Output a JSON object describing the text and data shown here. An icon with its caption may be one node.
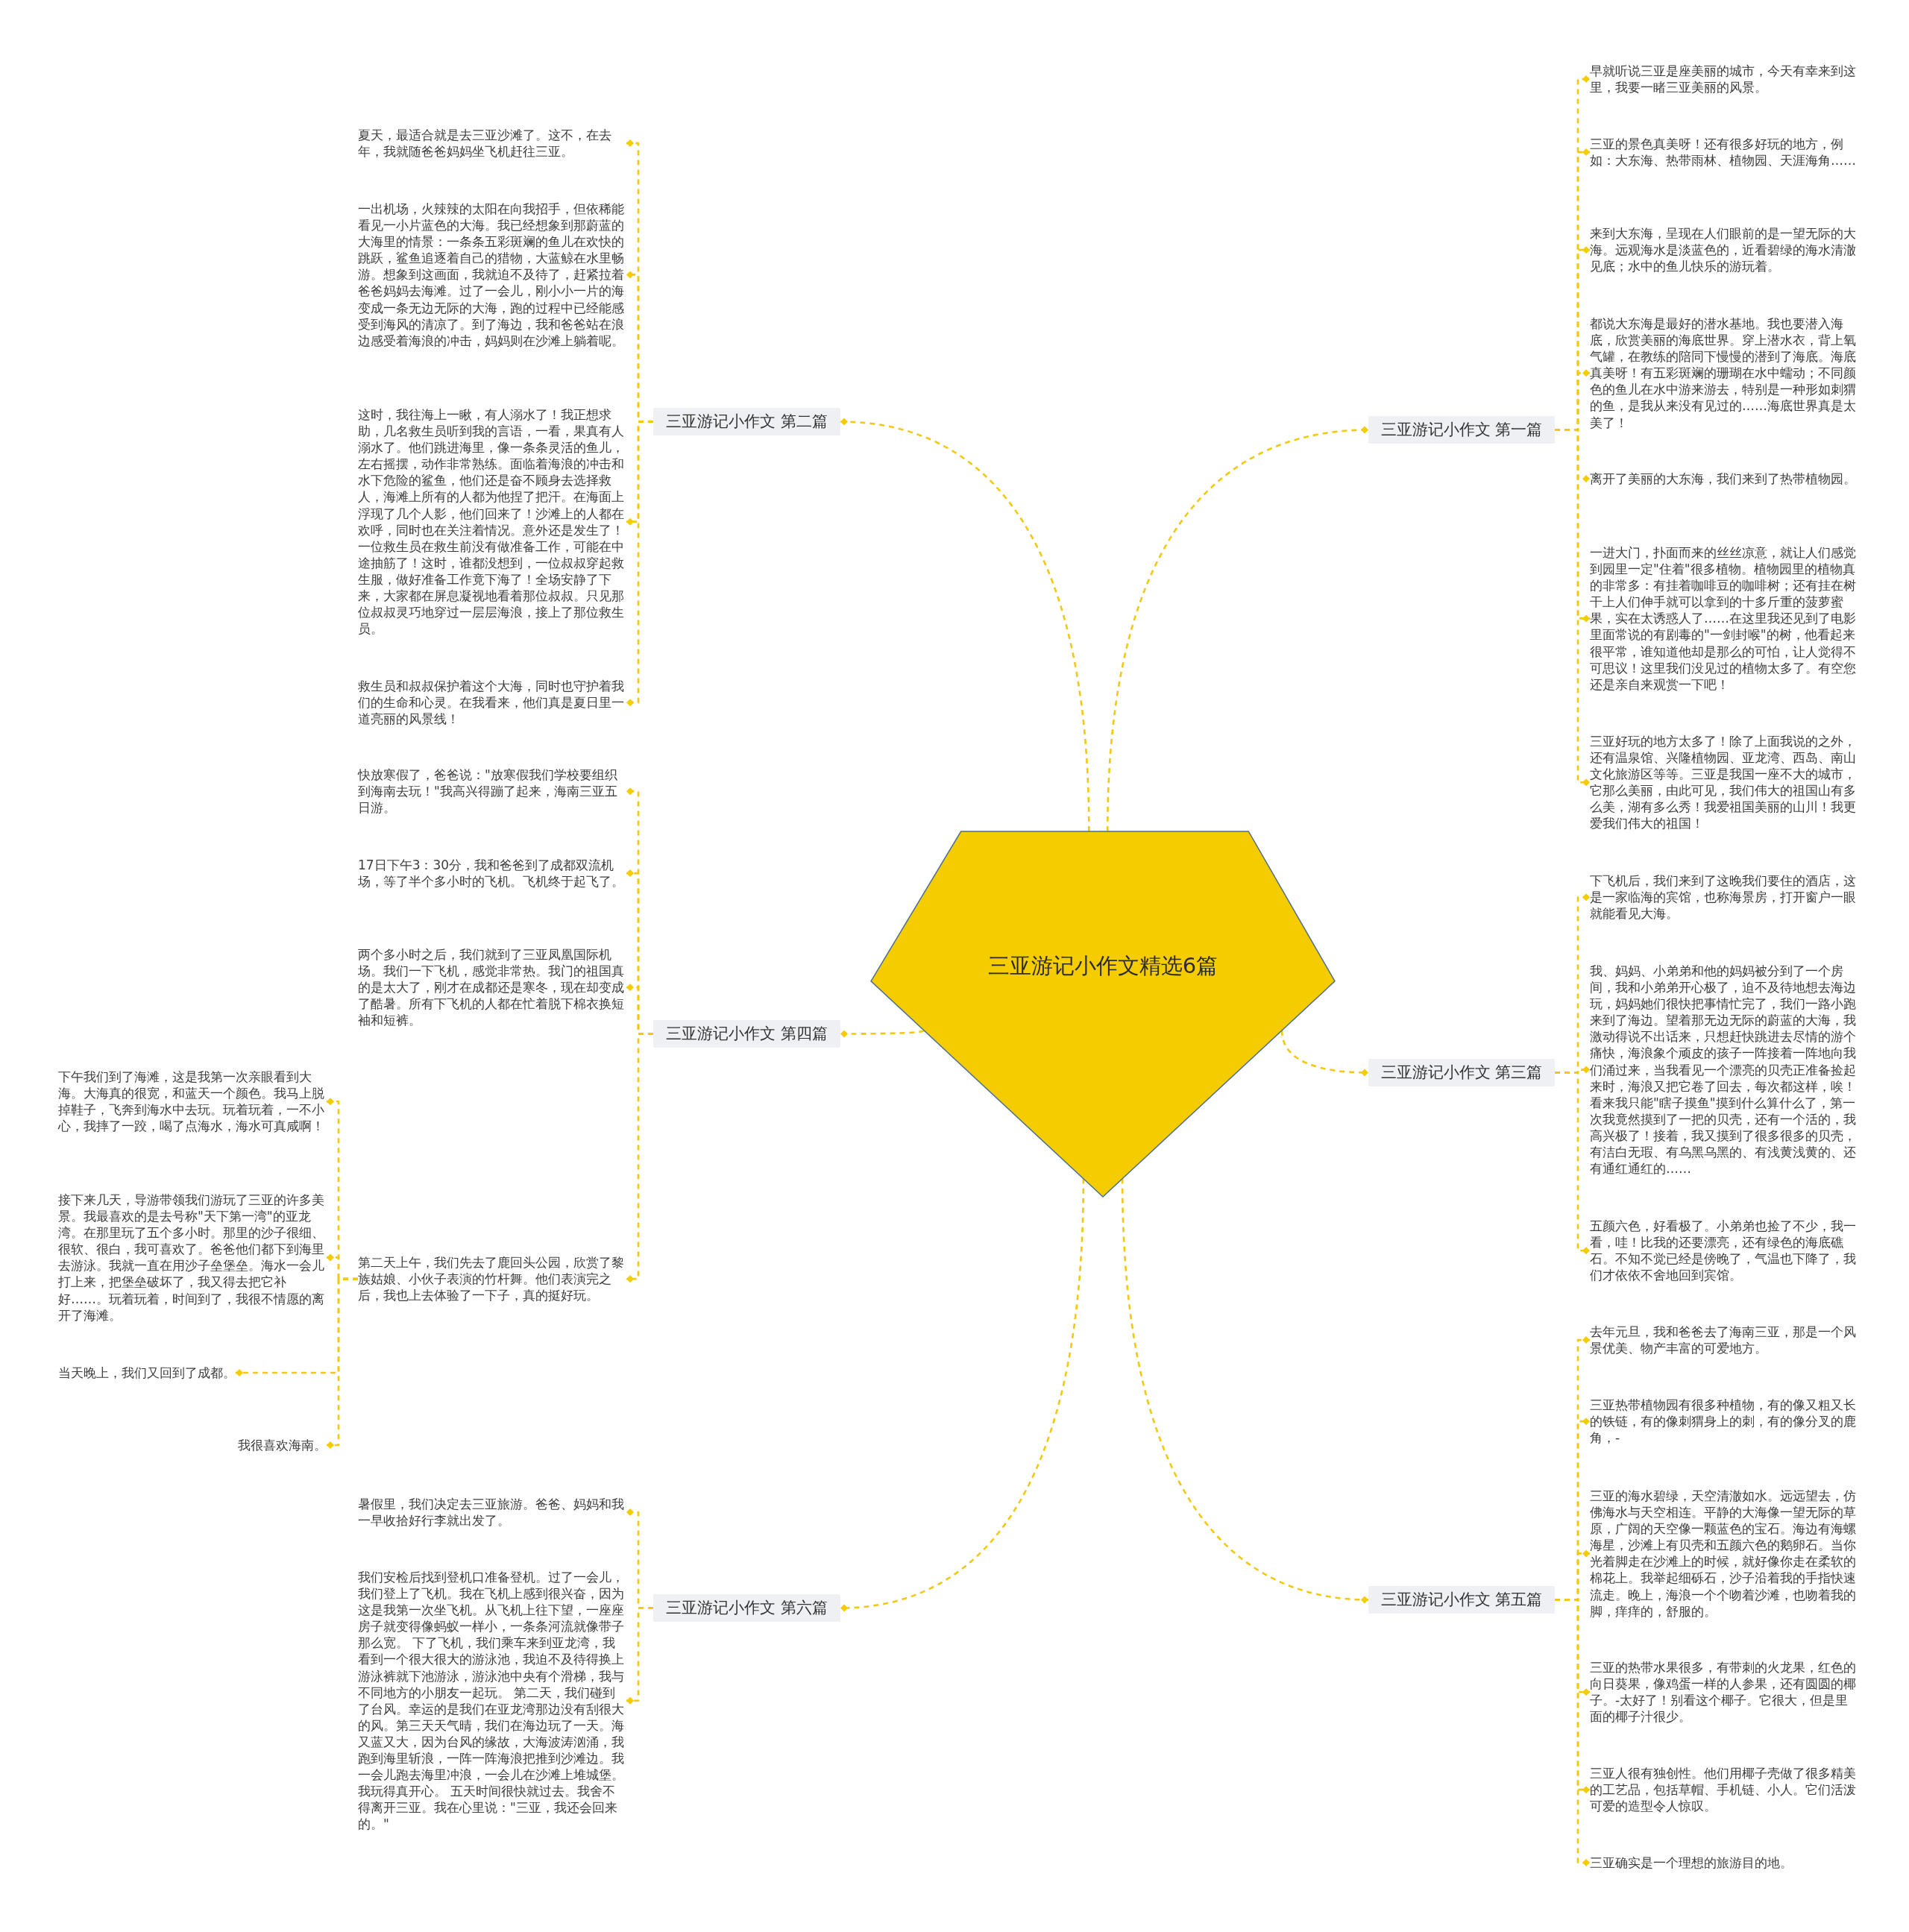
{
  "diagram": {
    "nodes": [
      {
        "text": [
          "三亚游记小作文精选6篇"
        ]
      },
      {
        "text": [
          "三亚游记小作文 第一篇"
        ]
      },
      {
        "text": [
          "早就听说三亚是座美丽的城市，今天有幸来到这里，我要一睹三亚美丽的风景。"
        ]
      },
      {
        "text": [
          "三亚的景色真美呀！还有很多好玩的地方，例如：大东海、热带雨林、植物园、天涯海角……"
        ]
      },
      {
        "text": [
          "来到大东海，呈现在人们眼前的是一望无际的大海。远观海水是淡蓝色的，近看碧绿的海水清澈见底；水中的鱼儿快乐的游玩着。"
        ]
      },
      {
        "text": [
          "都说大东海是最好的潜水基地。我也要潜入海底，欣赏美丽的海底世界。穿上潜水衣，背上氧气罐，在教练的陪同下慢慢的潜到了海底。海底真美呀！有五彩斑斓的珊瑚在水中蠕动；不同颜色的鱼儿在水中游来游去，特别是一种形如刺猬的鱼，是我从来没有见过的……海底世界真是太美了！"
        ]
      },
      {
        "text": [
          "离开了美丽的大东海，我们来到了热带植物园。"
        ]
      },
      {
        "text": [
          "一进大门，扑面而来的丝丝凉意，就让人们感觉到园里一定\"住着\"很多植物。植物园里的植物真的非常多：有挂着咖啡豆的咖啡树；还有挂在树干上人们伸手就可以拿到的十多斤重的菠萝蜜果，实在太诱惑人了……在这里我还见到了电影里面常说的有剧毒的\"一剑封喉\"的树，他看起来很平常，谁知道他却是那么的可怕，让人觉得不可思议！这里我们没见过的植物太多了。有空您还是亲自来观赏一下吧！"
        ]
      },
      {
        "text": [
          "三亚好玩的地方太多了！除了上面我说的之外，还有温泉馆、兴隆植物园、亚龙湾、西岛、南山文化旅游区等等。三亚是我国一座不大的城市，它那么美丽，由此可见，我们伟大的祖国山有多么美，湖有多么秀！我爱祖国美丽的山川！我更爱我们伟大的祖国！"
        ]
      },
      {
        "text": [
          "三亚游记小作文 第二篇"
        ]
      },
      {
        "text": [
          "夏天，最适合就是去三亚沙滩了。这不，在去年，我就随爸爸妈妈坐飞机赶往三亚。"
        ]
      },
      {
        "text": [
          "一出机场，火辣辣的太阳在向我招手，但依稀能看见一小片蓝色的大海。我已经想象到那蔚蓝的大海里的情景：一条条五彩斑斓的鱼儿在欢快的跳跃，鲨鱼追逐着自己的猎物，大蓝鲸在水里畅游。想象到这画面，我就迫不及待了，赶紧拉着爸爸妈妈去海滩。过了一会儿，刚小小一片的海变成一条无边无际的大海，跑的过程中已经能感受到海风的清凉了。到了海边，我和爸爸站在浪边感受着海浪的冲击，妈妈则在沙滩上躺着呢。"
        ]
      },
      {
        "text": [
          "这时，我往海上一瞅，有人溺水了！我正想求助，几名救生员听到我的言语，一看，果真有人溺水了。他们跳进海里，像一条条灵活的鱼儿，左右摇摆，动作非常熟练。面临着海浪的冲击和水下危险的鲨鱼，他们还是奋不顾身去选择救人，海滩上所有的人都为他捏了把汗。在海面上浮现了几个人影，他们回来了！沙滩上的人都在欢呼，同时也在关注着情况。意外还是发生了！一位救生员在救生前没有做准备工作，可能在中途抽筋了！这时，谁都没想到，一位叔叔穿起救生服，做好准备工作竟下海了！全场安静了下来，大家都在屏息凝视地看着那位叔叔。只见那位叔叔灵巧地穿过一层层海浪，接上了那位救生员。"
        ]
      },
      {
        "text": [
          "救生员和叔叔保护着这个大海，同时也守护着我们的生命和心灵。在我看来，他们真是夏日里一道亮丽的风景线！"
        ]
      },
      {
        "text": [
          "三亚游记小作文 第三篇"
        ]
      },
      {
        "text": [
          "下飞机后，我们来到了这晚我们要住的酒店，这是一家临海的宾馆，也称海景房，打开窗户一眼就能看见大海。"
        ]
      },
      {
        "text": [
          "我、妈妈、小弟弟和他的妈妈被分到了一个房间，我和小弟弟开心极了，迫不及待地想去海边玩，妈妈她们很快把事情忙完了，我们一路小跑来到了海边。望着那无边无际的蔚蓝的大海，我激动得说不出话来，只想赶快跳进去尽情的游个痛快，海浪象个顽皮的孩子一阵接着一阵地向我们涌过来，当我看见一个漂亮的贝壳正准备捡起来时，海浪又把它卷了回去，每次都这样，唉！看来我只能\"瞎子摸鱼\"摸到什么算什么了，第一次我竟然摸到了一把的贝壳，还有一个活的，我高兴极了！接着，我又摸到了很多很多的贝壳，有洁白无瑕、有乌黑乌黑的、有浅黄浅黄的、还有通红通红的……"
        ]
      },
      {
        "text": [
          "五颜六色，好看极了。小弟弟也捡了不少，我一看，哇！比我的还要漂亮，还有绿色的海底礁石。不知不觉已经是傍晚了，气温也下降了，我们才依依不舍地回到宾馆。"
        ]
      },
      {
        "text": [
          "三亚游记小作文 第四篇"
        ]
      },
      {
        "text": [
          "快放寒假了，爸爸说：\"放寒假我们学校要组织到海南去玩！\"我高兴得蹦了起来，海南三亚五日游。"
        ]
      },
      {
        "text": [
          "17日下午3：30分，我和爸爸到了成都双流机场，等了半个多小时的飞机。飞机终于起飞了。"
        ]
      },
      {
        "text": [
          "两个多小时之后，我们就到了三亚凤凰国际机场。我们一下飞机，感觉非常热。我门的祖国真的是太大了，刚才在成都还是寒冬，现在却变成了酷暑。所有下飞机的人都在忙着脱下棉衣换短袖和短裤。"
        ]
      },
      {
        "text": [
          "第二天上午，我们先去了鹿回头公园，欣赏了黎族姑娘、小伙子表演的竹杆舞。他们表演完之后，我也上去体验了一下子，真的挺好玩。"
        ]
      },
      {
        "text": [
          "下午我们到了海滩，这是我第一次亲眼看到大海。大海真的很宽，和蓝天一个颜色。我马上脱掉鞋子，飞奔到海水中去玩。玩着玩着，一不小心，我摔了一跤，喝了点海水，海水可真咸啊！"
        ]
      },
      {
        "text": [
          "接下来几天，导游带领我们游玩了三亚的许多美景。我最喜欢的是去号称\"天下第一湾\"的亚龙湾。在那里玩了五个多小时。那里的沙子很细、很软、很白，我可喜欢了。爸爸他们都下到海里去游泳。我就一直在用沙子垒堡垒。海水一会儿打上来，把堡垒破坏了，我又得去把它补好……。玩着玩着，时间到了，我很不情愿的离开了海滩。"
        ]
      },
      {
        "text": [
          "当天晚上，我们又回到了成都。"
        ]
      },
      {
        "text": [
          "我很喜欢海南。"
        ]
      },
      {
        "text": [
          "三亚游记小作文 第五篇"
        ]
      },
      {
        "text": [
          "去年元旦，我和爸爸去了海南三亚，那是一个风景优美、物产丰富的可爱地方。"
        ]
      },
      {
        "text": [
          "三亚热带植物园有很多种植物，有的像又粗又长的铁链，有的像刺猬身上的刺，有的像分叉的鹿角，-"
        ]
      },
      {
        "text": [
          "三亚的海水碧绿，天空清澈如水。远远望去，仿佛海水与天空相连。平静的大海像一望无际的草原，广阔的天空像一颗蓝色的宝石。海边有海螺海星，沙滩上有贝壳和五颜六色的鹅卵石。当你光着脚走在沙滩上的时候，就好像你走在柔软的棉花上。我举起细砾石，沙子沿着我的手指快速流走。晚上，海浪一个个吻着沙滩，也吻着我的脚，痒痒的，舒服的。"
        ]
      },
      {
        "text": [
          "三亚的热带水果很多，有带刺的火龙果，红色的向日葵果，像鸡蛋一样的人参果，还有圆圆的椰子。-太好了！别看这个椰子。它很大，但是里面的椰子汁很少。"
        ]
      },
      {
        "text": [
          "三亚人很有独创性。他们用椰子壳做了很多精美的工艺品，包括草帽、手机链、小人。它们活泼可爱的造型令人惊叹。"
        ]
      },
      {
        "text": [
          "三亚确实是一个理想的旅游目的地。"
        ]
      },
      {
        "text": [
          "三亚游记小作文 第六篇"
        ]
      },
      {
        "text": [
          "暑假里，我们决定去三亚旅游。爸爸、妈妈和我一早收拾好行李就出发了。"
        ]
      },
      {
        "text": [
          "我们安检后找到登机口准备登机。过了一会儿，我们登上了飞机。我在飞机上感到很兴奋，因为这是我第一次坐飞机。从飞机上往下望，一座座房子就变得像蚂蚁一样小，一条条河流就像带子那么宽。 下了飞机，我们乘车来到亚龙湾，我看到一个很大很大的游泳池，我迫不及待得换上游泳裤就下池游泳，游泳池中央有个滑梯，我与不同地方的小朋友一起玩。 第二天，我们碰到了台风。幸运的是我们在亚龙湾那边没有刮很大的风。第三天天气晴，我们在海边玩了一天。海又蓝又大，因为台风的缘故，大海波涛汹涌，我跑到海里斩浪，一阵一阵海浪把推到沙滩边。我一会儿跑去海里冲浪，一会儿在沙滩上堆城堡。我玩得真开心。 五天时间很快就过去。我舍不得离开三亚。我在心里说：\"三亚，我还会回来的。\""
        ]
      }
    ],
    "edges": [
      {
        "from": 0,
        "to": 1,
        "arrow": "other"
      },
      {
        "from": 0,
        "to": 9,
        "arrow": "other"
      },
      {
        "from": 0,
        "to": 14,
        "arrow": "other"
      },
      {
        "from": 0,
        "to": 18,
        "arrow": "other"
      },
      {
        "from": 0,
        "to": 27,
        "arrow": "other"
      },
      {
        "from": 0,
        "to": 34,
        "arrow": "other"
      },
      {
        "from": 1,
        "to": 2,
        "arrow": "other"
      },
      {
        "from": 1,
        "to": 3,
        "arrow": "other"
      },
      {
        "from": 1,
        "to": 4,
        "arrow": "other"
      },
      {
        "from": 1,
        "to": 5,
        "arrow": "other"
      },
      {
        "from": 1,
        "to": 6,
        "arrow": "other"
      },
      {
        "from": 1,
        "to": 7,
        "arrow": "other"
      },
      {
        "from": 1,
        "to": 8,
        "arrow": "other"
      },
      {
        "from": 9,
        "to": 10,
        "arrow": "other"
      },
      {
        "from": 9,
        "to": 11,
        "arrow": "other"
      },
      {
        "from": 9,
        "to": 12,
        "arrow": "other"
      },
      {
        "from": 9,
        "to": 13,
        "arrow": "other"
      },
      {
        "from": 14,
        "to": 15,
        "arrow": "other"
      },
      {
        "from": 14,
        "to": 16,
        "arrow": "other"
      },
      {
        "from": 14,
        "to": 17,
        "arrow": "other"
      },
      {
        "from": 18,
        "to": 19,
        "arrow": "other"
      },
      {
        "from": 18,
        "to": 20,
        "arrow": "other"
      },
      {
        "from": 18,
        "to": 21,
        "arrow": "other"
      },
      {
        "from": 18,
        "to": 22,
        "arrow": "other"
      },
      {
        "from": 22,
        "to": 23,
        "arrow": "other"
      },
      {
        "from": 22,
        "to": 24,
        "arrow": "other"
      },
      {
        "from": 22,
        "to": 25,
        "arrow": "other"
      },
      {
        "from": 22,
        "to": 26,
        "arrow": "other"
      },
      {
        "from": 27,
        "to": 28,
        "arrow": "other"
      },
      {
        "from": 27,
        "to": 29,
        "arrow": "other"
      },
      {
        "from": 27,
        "to": 30,
        "arrow": "other"
      },
      {
        "from": 27,
        "to": 31,
        "arrow": "other"
      },
      {
        "from": 27,
        "to": 32,
        "arrow": "other"
      },
      {
        "from": 27,
        "to": 33,
        "arrow": "other"
      },
      {
        "from": 34,
        "to": 35,
        "arrow": "other"
      },
      {
        "from": 34,
        "to": 36,
        "arrow": "other"
      }
    ]
  }
}
